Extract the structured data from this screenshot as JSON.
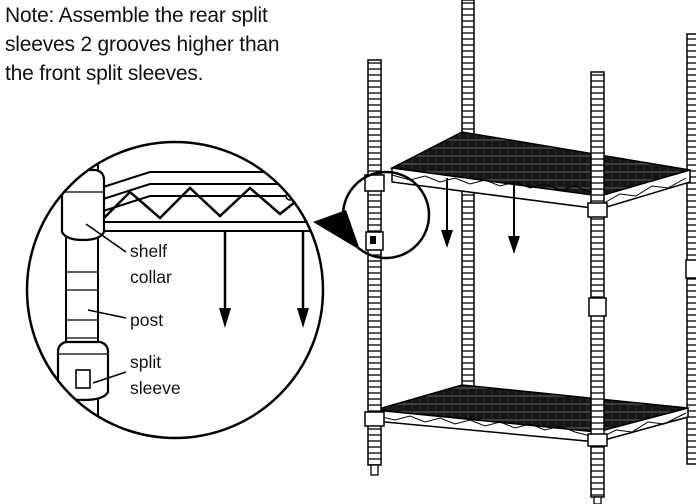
{
  "note": {
    "lines": [
      "Note: Assemble the rear split",
      "sleeves 2 grooves higher than",
      "the front split sleeves."
    ]
  },
  "callouts": {
    "shelf_collar": [
      "shelf",
      "collar"
    ],
    "post": "post",
    "split_sleeve": [
      "split",
      "sleeve"
    ]
  }
}
